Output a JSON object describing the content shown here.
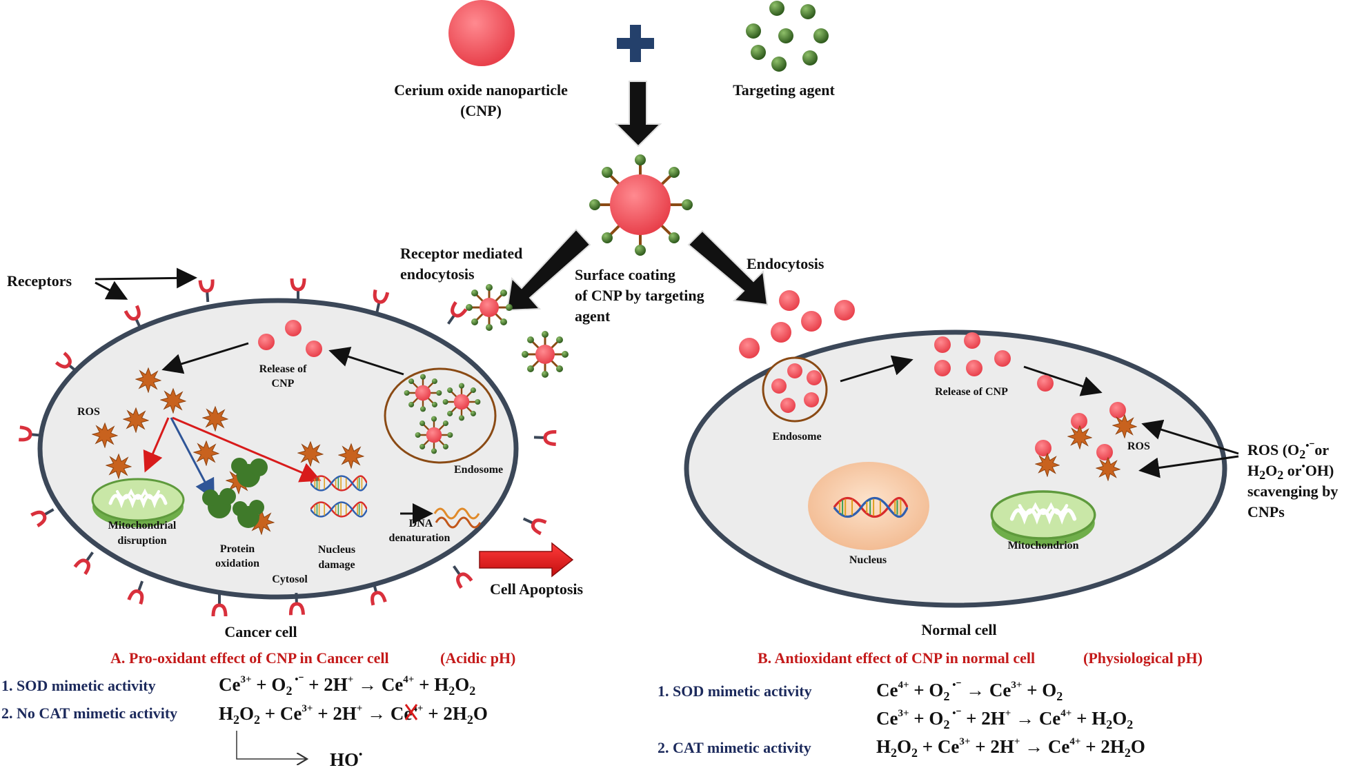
{
  "labels": {
    "cnp_line1": "Cerium oxide nanoparticle",
    "cnp_line2": "(CNP)",
    "targeting_agent": "Targeting agent",
    "receptor_mediated_1": "Receptor mediated",
    "receptor_mediated_2": "endocytosis",
    "surface_coating_1": "Surface coating",
    "surface_coating_2": "of CNP by targeting",
    "surface_coating_3": "agent",
    "endocytosis": "Endocytosis",
    "receptors": "Receptors",
    "release_cnp_1": "Release of",
    "release_cnp_2": "CNP",
    "ros_cancer": "ROS",
    "endosome_cancer": "Endosome",
    "mito_1": "Mitochondrial",
    "mito_2": "disruption",
    "protein_1": "Protein",
    "protein_2": "oxidation",
    "nucleus_dmg_1": "Nucleus",
    "nucleus_dmg_2": "damage",
    "dna_1": "DNA",
    "dna_2": "denaturation",
    "cytosol": "Cytosol",
    "cell_apoptosis": "Cell Apoptosis",
    "cancer_cell": "Cancer cell",
    "normal_cell": "Normal cell",
    "endosome_normal": "Endosome",
    "release_cnp_normal": "Release of CNP",
    "ros_normal": "ROS",
    "nucleus": "Nucleus",
    "mitochondrion": "Mitochondrion",
    "ros_side_4": "scavenging by",
    "ros_side_5": "CNPs"
  },
  "sections": {
    "a_title": "A. Pro-oxidant effect of CNP in Cancer cell",
    "a_ph": "(Acidic pH)",
    "b_title": "B. Antioxidant effect of CNP in normal cell",
    "b_ph": "(Physiological pH)",
    "a_item1": "1. SOD mimetic  activity",
    "a_item2": "2. No  CAT mimetic activity",
    "b_item1": "1. SOD mimetic  activity",
    "b_item2": "2. CAT mimetic activity",
    "ho_radical": "HO"
  },
  "colors": {
    "cnp_red": "#f0545e",
    "targeting_green": "#3f6b2a",
    "arrow_black": "#111111",
    "cell_fill": "#ececec",
    "cell_border": "#3b4758",
    "ros_orange": "#c8621e",
    "title_red": "#c41a1a",
    "title_navy": "#1c2a5c"
  }
}
